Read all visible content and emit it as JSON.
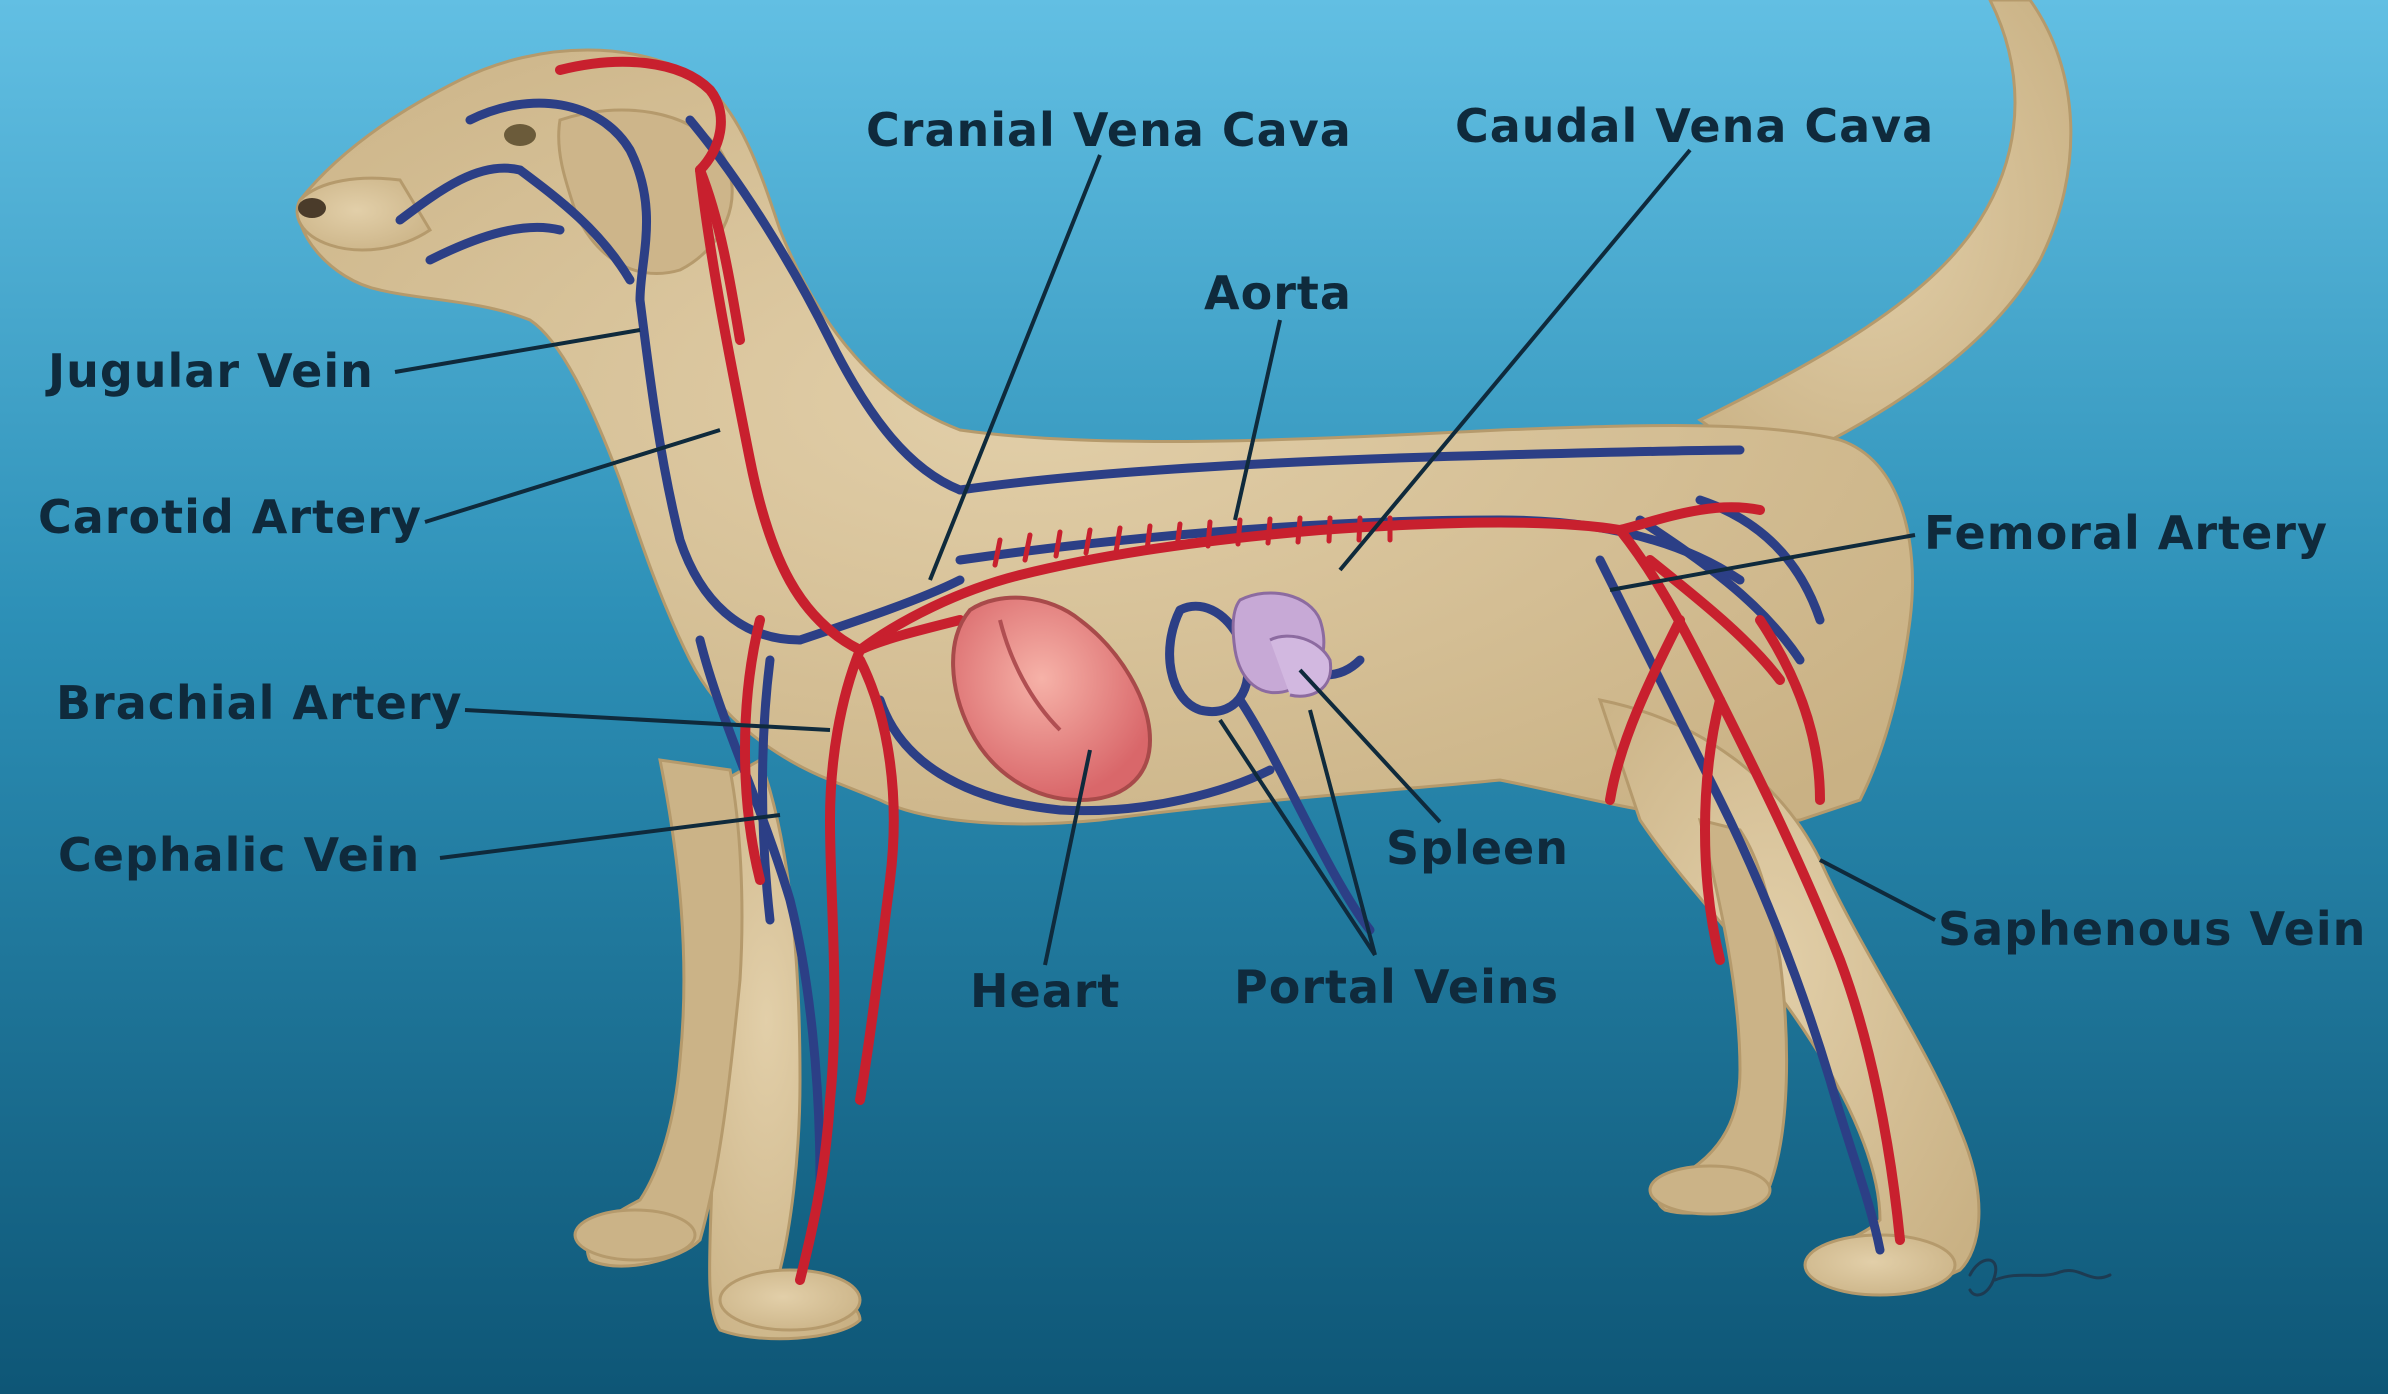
{
  "labels": {
    "jugular_vein": "Jugular Vein",
    "carotid_artery": "Carotid Artery",
    "brachial_artery": "Brachial Artery",
    "cephalic_vein": "Cephalic Vein",
    "cranial_vena_cava": "Cranial Vena Cava",
    "caudal_vena_cava": "Caudal Vena Cava",
    "aorta": "Aorta",
    "femoral_artery": "Femoral Artery",
    "spleen": "Spleen",
    "saphenous_vein": "Saphenous Vein",
    "heart": "Heart",
    "portal_veins": "Portal Veins"
  },
  "artist_signature": "Bhonoy",
  "colors": {
    "background_top": "#5bb9de",
    "background_bottom": "#0f5a7a",
    "fur": "#d6c19a",
    "artery": "#c8202e",
    "vein": "#2c3f86",
    "heart": "#e8867f",
    "spleen": "#c7a9d6",
    "label_text": "#0f2a3c"
  }
}
